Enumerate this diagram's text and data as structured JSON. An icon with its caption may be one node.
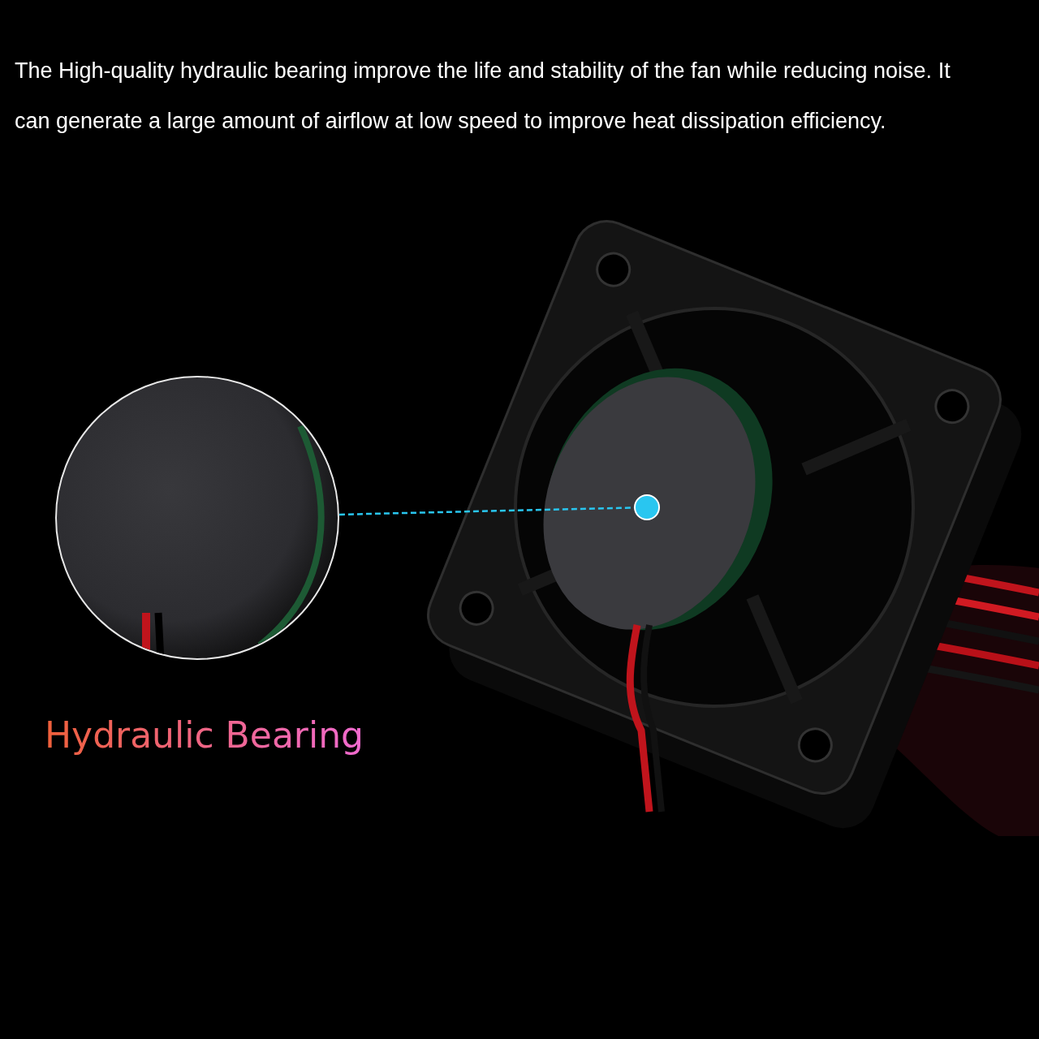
{
  "diagram": {
    "nodes": [
      {
        "text": [],
        "shape": "picture",
        "beside": [
          "Hydraulic Bearing"
        ]
      },
      {
        "text": [],
        "shape": "circle"
      }
    ],
    "edges": [
      {
        "from": 0,
        "to": 1,
        "arrow": "none",
        "style": "dashed"
      }
    ],
    "labels": [
      "The High-quality hydraulic bearing improve the life and stability of the fan while reducing noise. It can generate a large amount of airflow at low speed to improve heat dissipation efficiency."
    ]
  }
}
